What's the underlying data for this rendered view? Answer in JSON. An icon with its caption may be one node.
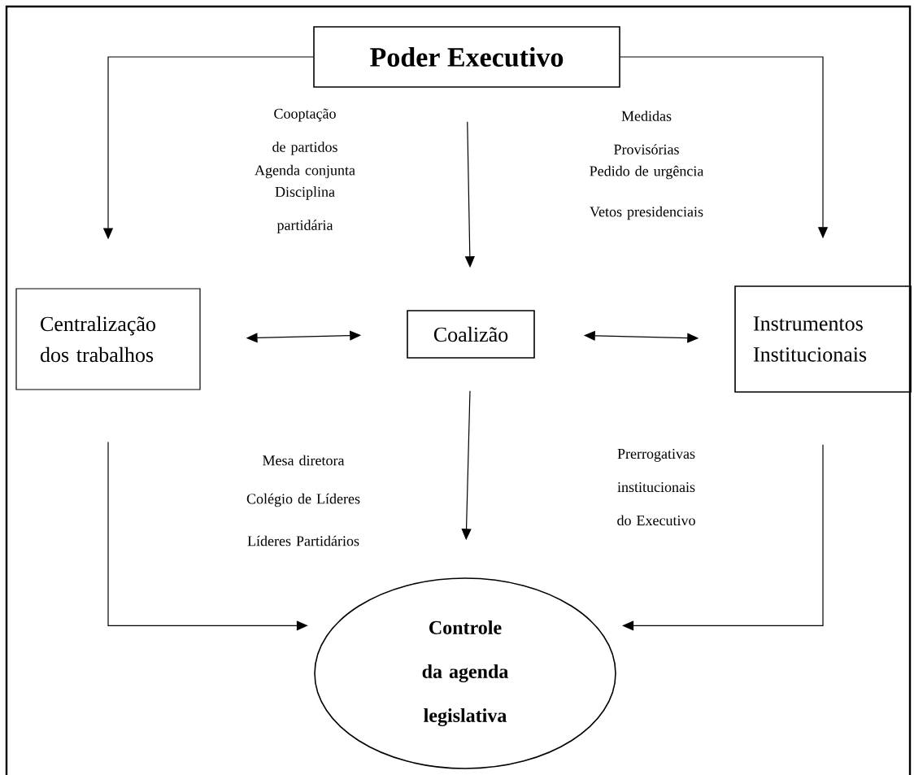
{
  "diagram": {
    "nodes": [
      {
        "text": [
          "Poder Executivo"
        ]
      },
      {
        "text": [
          "Centralização dos trabalhos"
        ]
      },
      {
        "text": [
          "Coalizão"
        ]
      },
      {
        "text": [
          "Instrumentos Institucionais"
        ]
      },
      {
        "text": [
          "Controle da agenda legislativa"
        ]
      }
    ],
    "edges": [
      {
        "from": 0,
        "to": 1,
        "arrow": "to"
      },
      {
        "from": 0,
        "to": 2,
        "arrow": "to"
      },
      {
        "from": 0,
        "to": 3,
        "arrow": "to"
      },
      {
        "from": 1,
        "to": 2,
        "arrow": "both"
      },
      {
        "from": 2,
        "to": 3,
        "arrow": "both"
      },
      {
        "from": 1,
        "to": 4,
        "arrow": "to"
      },
      {
        "from": 2,
        "to": 4,
        "arrow": "to"
      },
      {
        "from": 3,
        "to": 4,
        "arrow": "to"
      }
    ],
    "labels": [
      "Cooptação de partidos",
      "Agenda conjunta",
      "Disciplina partidária",
      "Medidas Provisórias",
      "Pedido de urgência",
      "Vetos presidenciais",
      "Mesa diretora",
      "Colégio de Líderes",
      "Líderes Partidários",
      "Prerrogativas institucionais do Executivo"
    ]
  }
}
